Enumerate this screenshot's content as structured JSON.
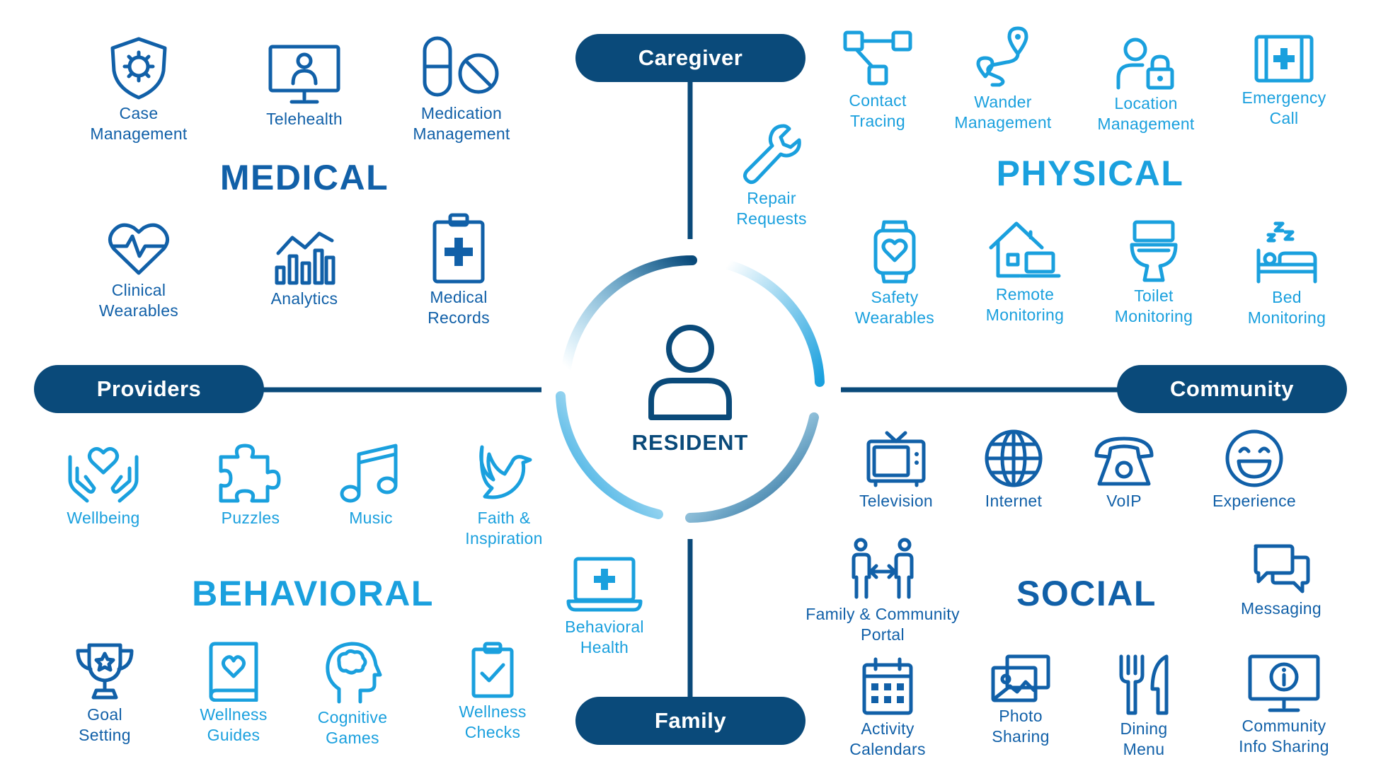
{
  "pills": {
    "caregiver": "Caregiver",
    "providers": "Providers",
    "community": "Community",
    "family": "Family"
  },
  "center": {
    "label": "RESIDENT"
  },
  "headings": {
    "medical": "MEDICAL",
    "physical": "PHYSICAL",
    "behavioral": "BEHAVIORAL",
    "social": "SOCIAL"
  },
  "medical": [
    {
      "label": "Case\nManagement",
      "icon": "shield-virus-icon"
    },
    {
      "label": "Telehealth",
      "icon": "telehealth-monitor-icon"
    },
    {
      "label": "Medication\nManagement",
      "icon": "pill-prohibited-icon"
    },
    {
      "label": "Clinical\nWearables",
      "icon": "heart-pulse-icon"
    },
    {
      "label": "Analytics",
      "icon": "bar-line-chart-icon"
    },
    {
      "label": "Medical\nRecords",
      "icon": "clipboard-cross-icon"
    }
  ],
  "caregiver_extra": {
    "label": "Repair\nRequests",
    "icon": "wrench-icon"
  },
  "physical": [
    {
      "label": "Contact\nTracing",
      "icon": "network-nodes-icon"
    },
    {
      "label": "Wander\nManagement",
      "icon": "route-pin-icon"
    },
    {
      "label": "Location\nManagement",
      "icon": "user-lock-icon"
    },
    {
      "label": "Emergency\nCall",
      "icon": "medkit-icon"
    },
    {
      "label": "Safety\nWearables",
      "icon": "smartwatch-heart-icon"
    },
    {
      "label": "Remote\nMonitoring",
      "icon": "house-laptop-icon"
    },
    {
      "label": "Toilet\nMonitoring",
      "icon": "toilet-icon"
    },
    {
      "label": "Bed\nMonitoring",
      "icon": "sleeping-bed-icon"
    }
  ],
  "behavioral": [
    {
      "label": "Wellbeing",
      "icon": "hands-heart-icon"
    },
    {
      "label": "Puzzles",
      "icon": "puzzle-piece-icon"
    },
    {
      "label": "Music",
      "icon": "music-note-icon"
    },
    {
      "label": "Faith &\nInspiration",
      "icon": "dove-icon"
    },
    {
      "label": "Goal\nSetting",
      "icon": "trophy-icon"
    },
    {
      "label": "Wellness\nGuides",
      "icon": "book-heart-icon"
    },
    {
      "label": "Cognitive\nGames",
      "icon": "head-brain-icon"
    },
    {
      "label": "Wellness\nChecks",
      "icon": "clipboard-check-icon"
    }
  ],
  "family_extra": {
    "label": "Behavioral\nHealth",
    "icon": "laptop-cross-icon"
  },
  "social": [
    {
      "label": "Television",
      "icon": "tv-icon"
    },
    {
      "label": "Internet",
      "icon": "globe-icon"
    },
    {
      "label": "VoIP",
      "icon": "telephone-icon"
    },
    {
      "label": "Experience",
      "icon": "smiley-icon"
    },
    {
      "label": "Family & Community\nPortal",
      "icon": "people-exchange-icon"
    },
    {
      "label": "Messaging",
      "icon": "chat-bubbles-icon"
    },
    {
      "label": "Activity\nCalendars",
      "icon": "calendar-icon"
    },
    {
      "label": "Photo\nSharing",
      "icon": "photo-icon"
    },
    {
      "label": "Dining\nMenu",
      "icon": "fork-knife-icon"
    },
    {
      "label": "Community\nInfo Sharing",
      "icon": "monitor-info-icon"
    }
  ],
  "colors": {
    "navy": "#0a4a7a",
    "dark_blue": "#1160a8",
    "light_blue": "#1aa0de"
  }
}
